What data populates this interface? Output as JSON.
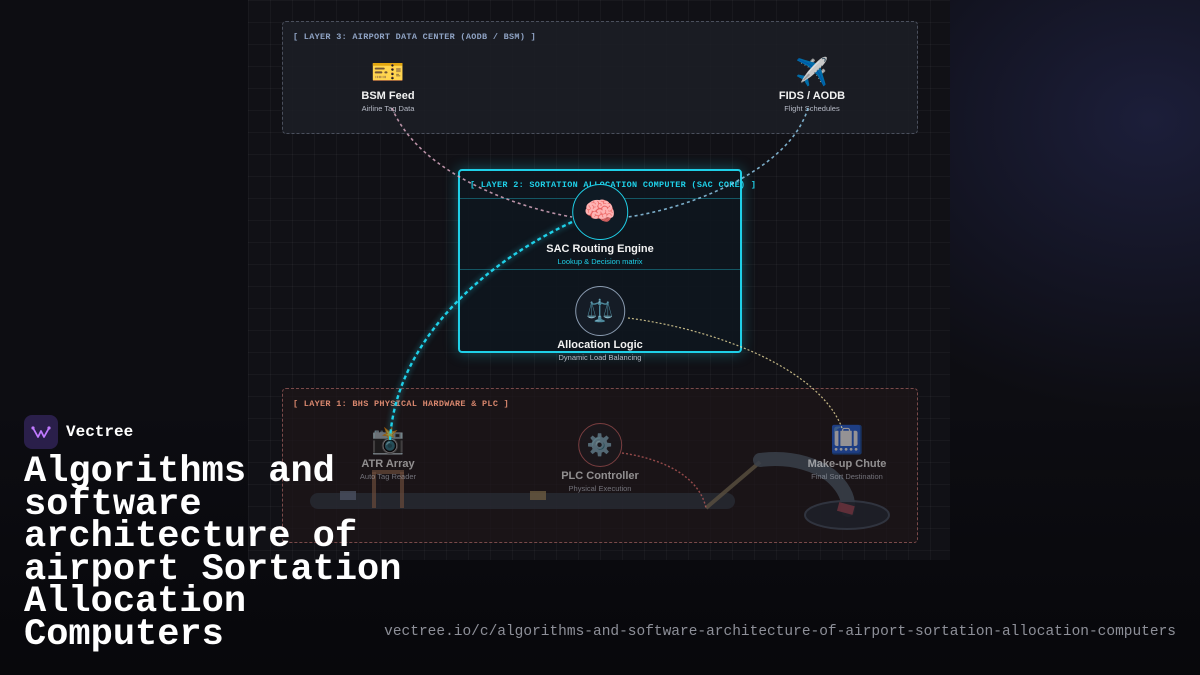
{
  "layers": {
    "layer3": {
      "tag": "[ LAYER 3: AIRPORT DATA CENTER (AODB / BSM) ]",
      "nodes": [
        {
          "icon": "🎫",
          "icon_name": "ticket-icon",
          "label": "BSM Feed",
          "sub": "Airline Tag Data"
        },
        {
          "icon": "✈️",
          "icon_name": "airplane-icon",
          "label": "FIDS / AODB",
          "sub": "Flight Schedules"
        }
      ]
    },
    "layer2": {
      "tag": "[ LAYER 2: SORTATION ALLOCATION COMPUTER (SAC CORE) ]",
      "nodes": [
        {
          "icon": "🧠",
          "icon_name": "brain-icon",
          "label": "SAC Routing Engine",
          "sub": "Lookup & Decision matrix"
        },
        {
          "icon": "⚖️",
          "icon_name": "balance-scale-icon",
          "label": "Allocation Logic",
          "sub": "Dynamic Load Balancing"
        }
      ]
    },
    "layer1": {
      "tag": "[ LAYER 1: BHS PHYSICAL HARDWARE & PLC ]",
      "nodes": [
        {
          "icon": "📸",
          "icon_name": "camera-flash-icon",
          "label": "ATR Array",
          "sub": "Auto Tag Reader"
        },
        {
          "icon": "⚙️",
          "icon_name": "gear-icon",
          "label": "PLC Controller",
          "sub": "Physical Execution"
        },
        {
          "icon": "🛄",
          "icon_name": "baggage-icon",
          "label": "Make-up Chute",
          "sub": "Final Sort Destination"
        }
      ]
    }
  },
  "colors": {
    "accent_cyan": "#1fd0e8",
    "layer3_label": "#8fa3c4",
    "layer1_label": "#d9876e",
    "bsm_link": "#d8a8c0",
    "fids_link": "#8ec8e8",
    "alloc_link": "#f0e0a0",
    "plc_link": "#c86060"
  },
  "brand": {
    "name": "Vectree"
  },
  "title": "Algorithms and software architecture of airport Sortation Allocation Computers",
  "url": "vectree.io/c/algorithms-and-software-architecture-of-airport-sortation-allocation-computers"
}
